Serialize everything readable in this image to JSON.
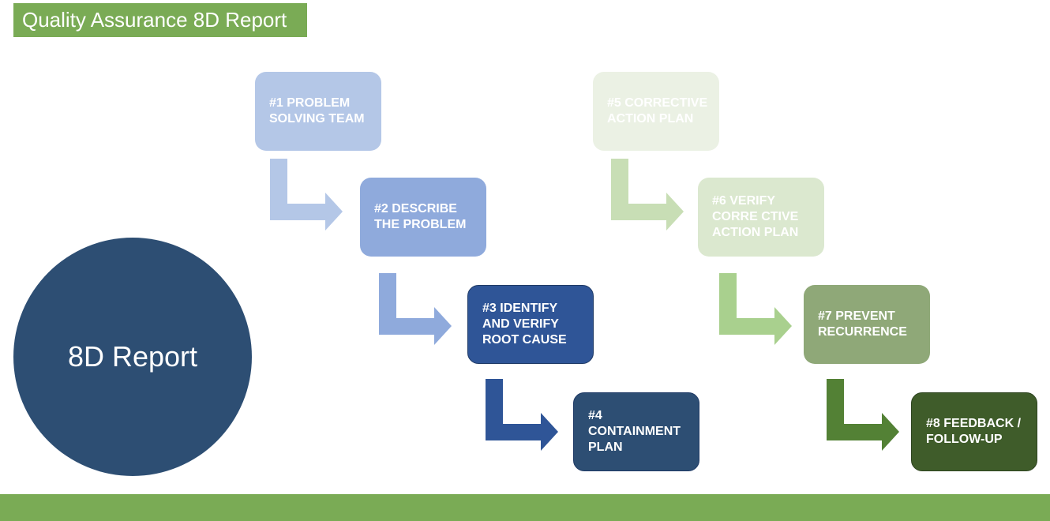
{
  "header": {
    "title": "Quality Assurance 8D Report"
  },
  "center": {
    "label": "8D Report"
  },
  "steps": [
    {
      "label": "#1 PROBLEM\nSOLVING TEAM",
      "color": "#b4c7e7"
    },
    {
      "label": "#2 DESCRIBE\nTHE PROBLEM",
      "color": "#8faadc"
    },
    {
      "label": "#3 IDENTIFY\nAND VERIFY\nROOT CAUSE",
      "color": "#2f5597"
    },
    {
      "label": "#4\nCONTAINMENT\nPLAN",
      "color": "#2d4e73"
    },
    {
      "label": "#5 CORRECTIVE\nACTION PLAN",
      "color": "#ebf1e4"
    },
    {
      "label": "#6 VERIFY\nCORRE CTIVE\nACTION PLAN",
      "color": "#dbe8cf"
    },
    {
      "label": "#7 PREVENT\nRECURRENCE",
      "color": "#8fa878"
    },
    {
      "label": "#8 FEEDBACK /\nFOLLOW-UP",
      "color": "#3f5c2a"
    }
  ],
  "arrow_colors": [
    "#b4c7e7",
    "#8faadc",
    "#2f5597",
    "#c8deb5",
    "#a9d08e",
    "#538135"
  ],
  "colors": {
    "accent": "#7aab55",
    "circle": "#2d4e73"
  }
}
